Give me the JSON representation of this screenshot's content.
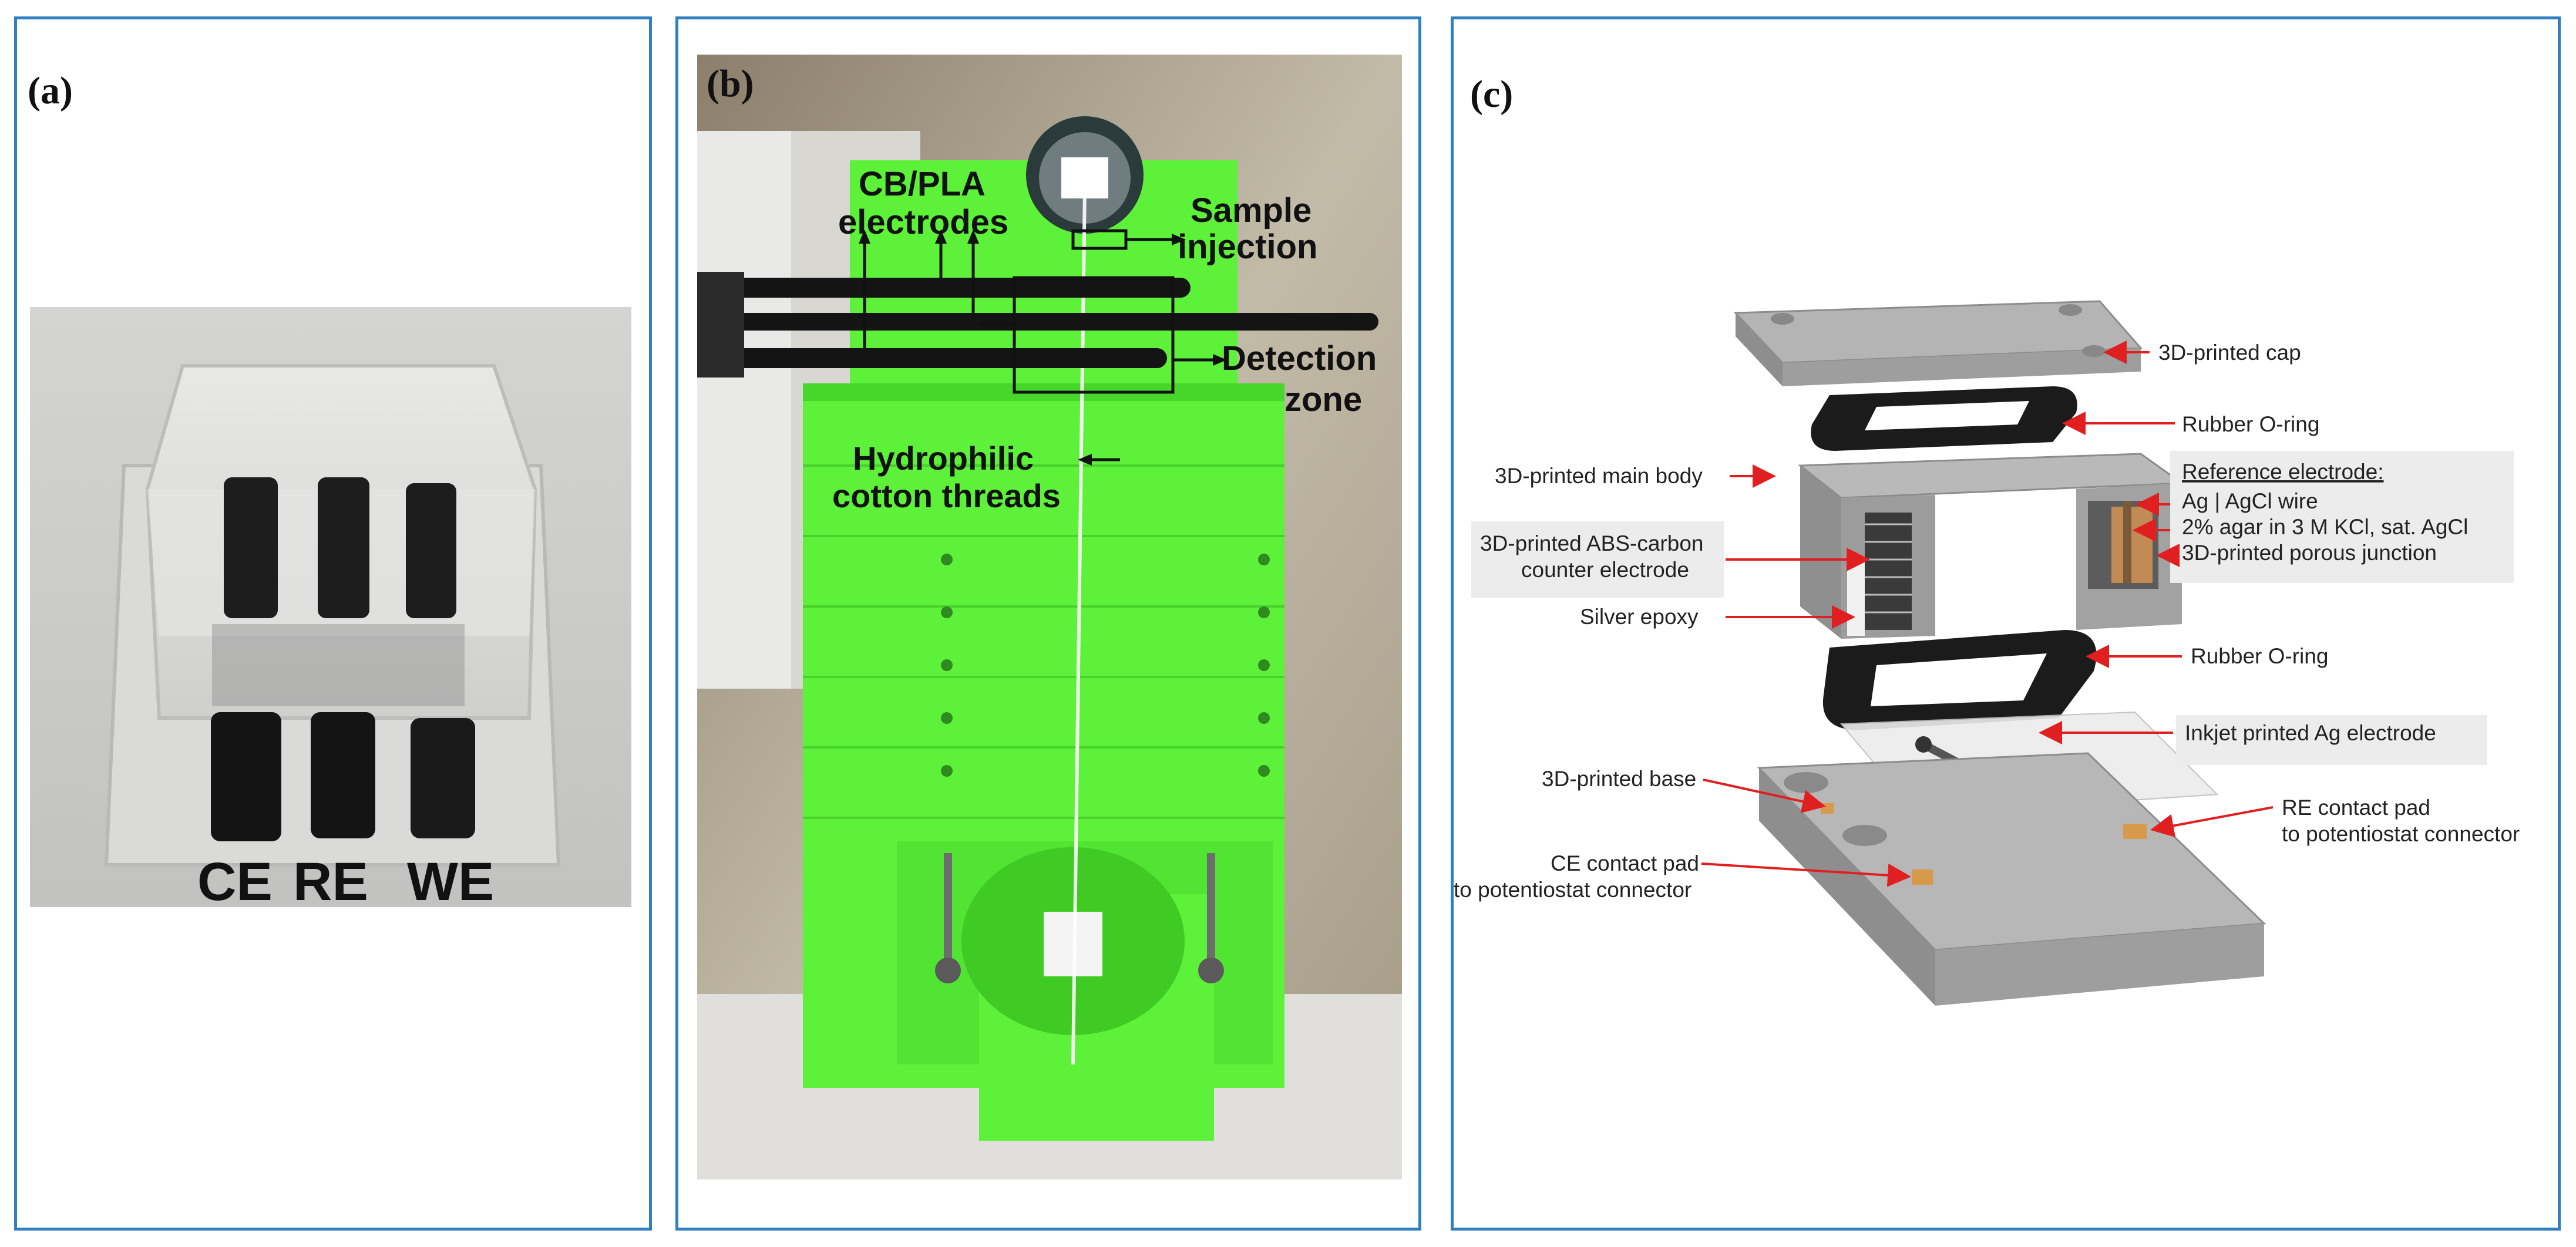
{
  "panels": {
    "a": {
      "label": "(a)",
      "electrodes": [
        "CE",
        "RE",
        "WE"
      ]
    },
    "b": {
      "label": "(b)",
      "annotations": {
        "cbpla": [
          "CB/PLA",
          "electrodes"
        ],
        "sample": [
          "Sample",
          "injection"
        ],
        "detection": [
          "Detection",
          "zone"
        ],
        "threads": [
          "Hydrophilic",
          "cotton threads"
        ]
      }
    },
    "c": {
      "label": "(c)",
      "callouts": {
        "cap": "3D-printed cap",
        "oring_top": "Rubber O-ring",
        "main_body": "3D-printed main body",
        "ref_title": "Reference electrode:",
        "ref_wire": "Ag | AgCl wire",
        "ref_agar": "2% agar in 3 M KCl, sat. AgCl",
        "ref_junction": "3D-printed porous junction",
        "counter_1": "3D-printed ABS-carbon",
        "counter_2": "counter electrode",
        "silver_epoxy": "Silver epoxy",
        "oring_bottom": "Rubber O-ring",
        "inkjet": "Inkjet printed Ag electrode",
        "base": "3D-printed base",
        "re_pad_1": "RE contact pad",
        "re_pad_2": "to potentiostat connector",
        "ce_pad_1": "CE contact pad",
        "ce_pad_2": "to potentiostat connector"
      }
    }
  },
  "colors": {
    "panel_border": "#2f7fc1",
    "callout_arrow": "#e02020",
    "green_device": "#5ef13a"
  }
}
